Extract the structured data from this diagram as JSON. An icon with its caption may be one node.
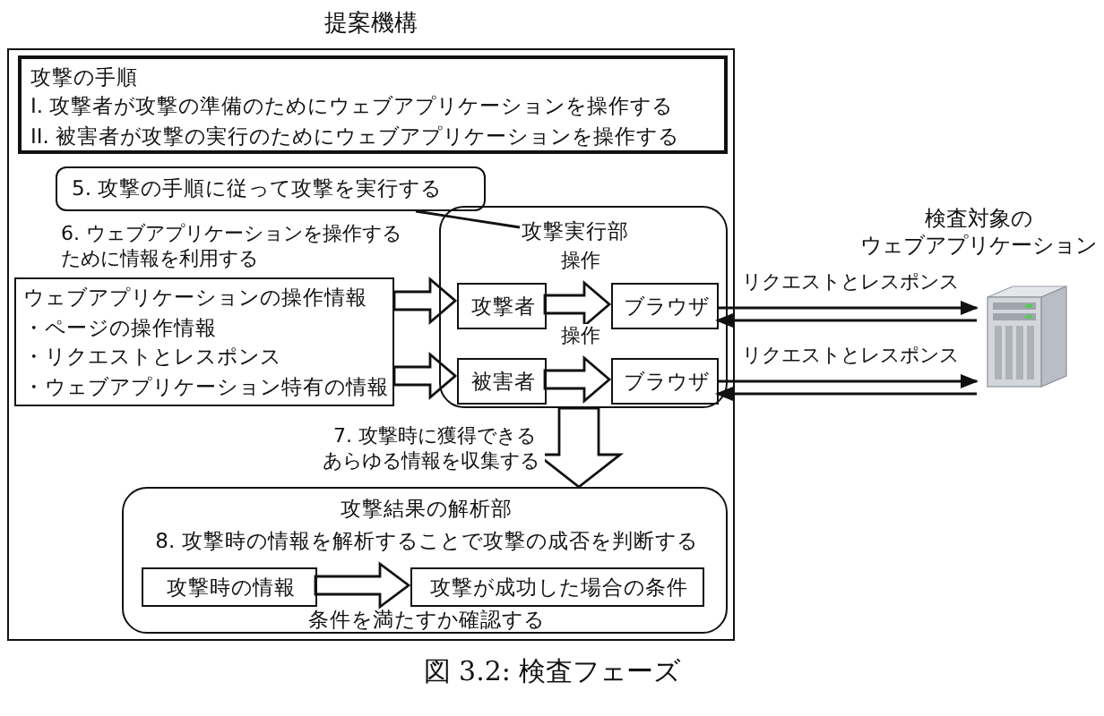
{
  "diagram": {
    "caption": "図 3.2: 検査フェーズ",
    "nodes": [
      {
        "text": [
          "提案機構"
        ]
      },
      {
        "text": [
          "攻撃の手順",
          "I. 攻撃者が攻撃の準備のためにウェブアプリケーションを操作する",
          "II. 被害者が攻撃の実行のためにウェブアプリケーションを操作する"
        ],
        "in": 0
      },
      {
        "text": [
          "5. 攻撃の手順に従って攻撃を実行する"
        ],
        "in": 0
      },
      {
        "text": [
          "攻撃実行部"
        ],
        "in": 0
      },
      {
        "text": [
          "ウェブアプリケーションの操作情報",
          "・ページの操作情報",
          "・リクエストとレスポンス",
          "・ウェブアプリケーション特有の情報"
        ],
        "in": 0
      },
      {
        "text": [
          "攻撃者"
        ],
        "in": 3
      },
      {
        "text": [
          "ブラウザ"
        ],
        "in": 3
      },
      {
        "text": [
          "被害者"
        ],
        "in": 3
      },
      {
        "text": [
          "ブラウザ"
        ],
        "in": 3
      },
      {
        "text": [],
        "shape": "picture",
        "beside": [
          "検査対象の",
          "ウェブアプリケーション"
        ]
      },
      {
        "text": [
          "攻撃結果の解析部",
          "8. 攻撃時の情報を解析することで攻撃の成否を判断する",
          "条件を満たすか確認する"
        ],
        "in": 0
      },
      {
        "text": [
          "攻撃時の情報"
        ],
        "in": 10
      },
      {
        "text": [
          "攻撃が成功した場合の条件"
        ],
        "in": 10
      }
    ],
    "edges": [
      {
        "from": 2,
        "to": 3,
        "arrow": "none"
      },
      {
        "from": 4,
        "to": 5,
        "arrow": "to",
        "label": "6. ウェブアプリケーションを操作するために情報を利用する"
      },
      {
        "from": 4,
        "to": 7,
        "arrow": "to"
      },
      {
        "from": 5,
        "to": 6,
        "arrow": "to",
        "label": "操作"
      },
      {
        "from": 7,
        "to": 8,
        "arrow": "to",
        "label": "操作"
      },
      {
        "from": 6,
        "to": 9,
        "arrow": "to",
        "label": "リクエストとレスポンス"
      },
      {
        "from": 9,
        "to": 6,
        "arrow": "to"
      },
      {
        "from": 8,
        "to": 9,
        "arrow": "to",
        "label": "リクエストとレスポンス"
      },
      {
        "from": 9,
        "to": 8,
        "arrow": "to"
      },
      {
        "from": 3,
        "to": 10,
        "arrow": "to",
        "label": "7. 攻撃時に獲得できるあらゆる情報を収集する"
      },
      {
        "from": 11,
        "to": 12,
        "arrow": "to"
      }
    ]
  }
}
